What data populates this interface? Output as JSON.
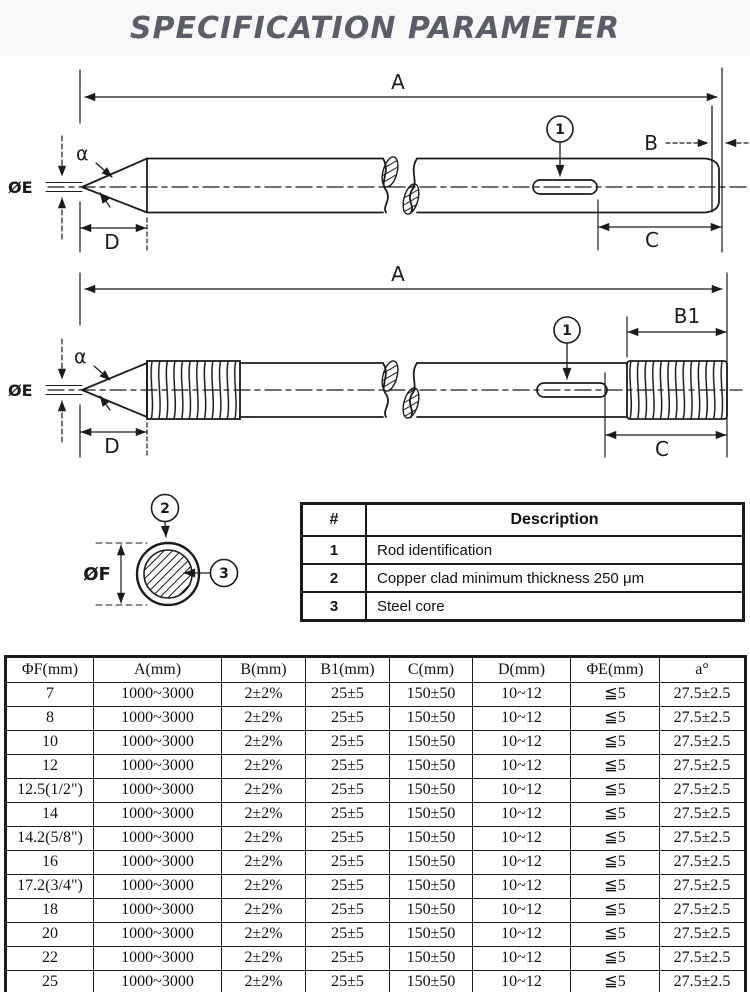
{
  "title": "SPECIFICATION PARAMETER",
  "colors": {
    "accent_title": "#5b5e66",
    "line": "#1b1b1b"
  },
  "drawing1": {
    "dim_a": "A",
    "dim_b": "B",
    "dim_c": "C",
    "dim_d": "D",
    "angle": "α",
    "dia_e": "ØE",
    "callout_1": "1"
  },
  "drawing2": {
    "dim_a": "A",
    "dim_b1": "B1",
    "dim_c": "C",
    "dim_d": "D",
    "angle": "α",
    "dia_e": "ØE",
    "callout_1": "1"
  },
  "cross_section": {
    "dia_f": "ØF",
    "callout_2": "2",
    "callout_3": "3"
  },
  "description_table": {
    "headers": [
      "#",
      "Description"
    ],
    "rows": [
      [
        "1",
        "Rod identification"
      ],
      [
        "2",
        "Copper clad minimum thickness 250 μm"
      ],
      [
        "3",
        "Steel core"
      ]
    ]
  },
  "spec_table": {
    "headers": [
      "ΦF(mm)",
      "A(mm)",
      "B(mm)",
      "B1(mm)",
      "C(mm)",
      "D(mm)",
      "ΦE(mm)",
      "a°"
    ],
    "rows": [
      [
        "7",
        "1000~3000",
        "2±2%",
        "25±5",
        "150±50",
        "10~12",
        "≦5",
        "27.5±2.5"
      ],
      [
        "8",
        "1000~3000",
        "2±2%",
        "25±5",
        "150±50",
        "10~12",
        "≦5",
        "27.5±2.5"
      ],
      [
        "10",
        "1000~3000",
        "2±2%",
        "25±5",
        "150±50",
        "10~12",
        "≦5",
        "27.5±2.5"
      ],
      [
        "12",
        "1000~3000",
        "2±2%",
        "25±5",
        "150±50",
        "10~12",
        "≦5",
        "27.5±2.5"
      ],
      [
        "12.5(1/2\")",
        "1000~3000",
        "2±2%",
        "25±5",
        "150±50",
        "10~12",
        "≦5",
        "27.5±2.5"
      ],
      [
        "14",
        "1000~3000",
        "2±2%",
        "25±5",
        "150±50",
        "10~12",
        "≦5",
        "27.5±2.5"
      ],
      [
        "14.2(5/8\")",
        "1000~3000",
        "2±2%",
        "25±5",
        "150±50",
        "10~12",
        "≦5",
        "27.5±2.5"
      ],
      [
        "16",
        "1000~3000",
        "2±2%",
        "25±5",
        "150±50",
        "10~12",
        "≦5",
        "27.5±2.5"
      ],
      [
        "17.2(3/4\")",
        "1000~3000",
        "2±2%",
        "25±5",
        "150±50",
        "10~12",
        "≦5",
        "27.5±2.5"
      ],
      [
        "18",
        "1000~3000",
        "2±2%",
        "25±5",
        "150±50",
        "10~12",
        "≦5",
        "27.5±2.5"
      ],
      [
        "20",
        "1000~3000",
        "2±2%",
        "25±5",
        "150±50",
        "10~12",
        "≦5",
        "27.5±2.5"
      ],
      [
        "22",
        "1000~3000",
        "2±2%",
        "25±5",
        "150±50",
        "10~12",
        "≦5",
        "27.5±2.5"
      ],
      [
        "25",
        "1000~3000",
        "2±2%",
        "25±5",
        "150±50",
        "10~12",
        "≦5",
        "27.5±2.5"
      ]
    ]
  }
}
